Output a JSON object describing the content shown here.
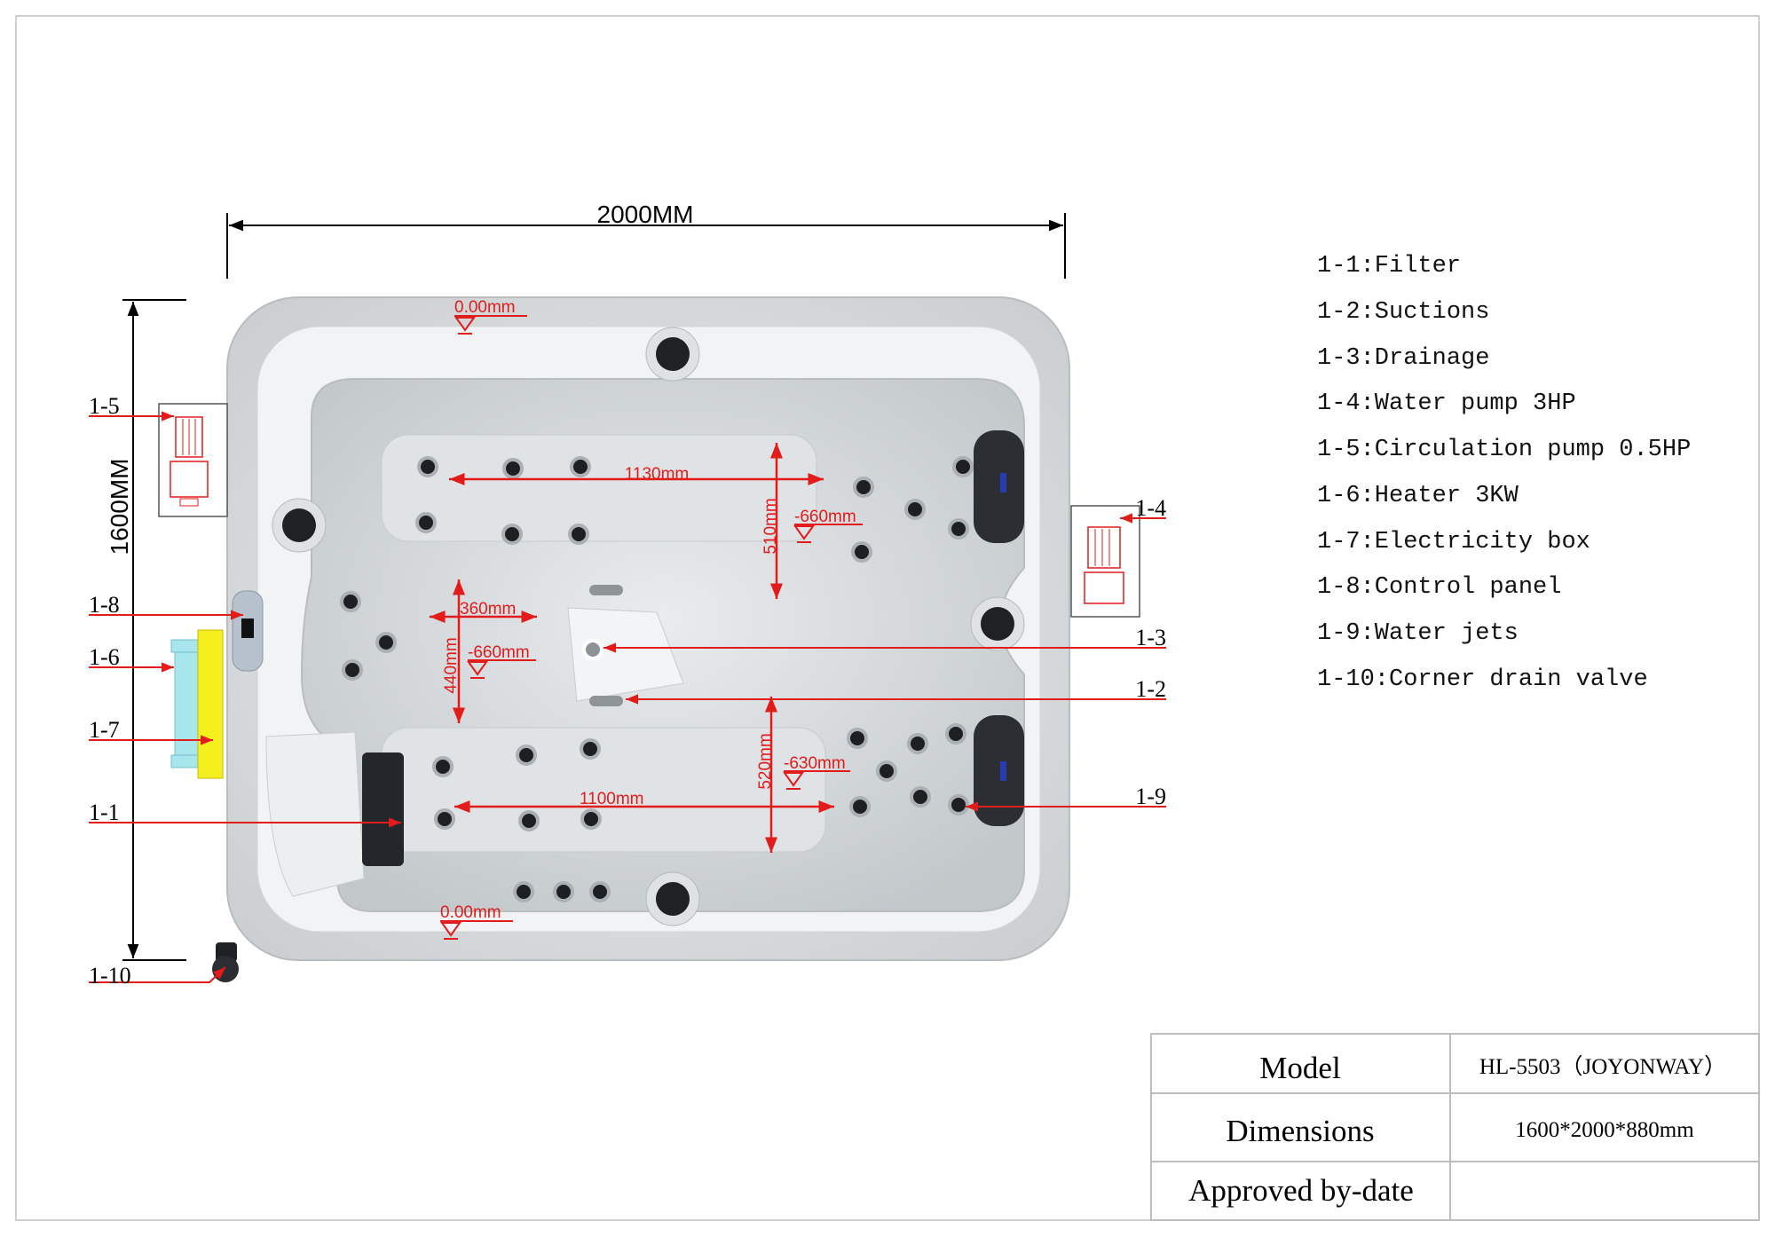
{
  "dimensions": {
    "width_label": "2000MM",
    "height_label": "1600MM"
  },
  "measurements": {
    "top_level": "0.00mm",
    "bottom_level": "0.00mm",
    "upper_seat_length": "1130mm",
    "upper_seat_width": "510mm",
    "upper_seat_depth": "-660mm",
    "center_width": "360mm",
    "center_length": "440mm",
    "center_depth": "-660mm",
    "lower_seat_length": "1100mm",
    "lower_seat_width": "520mm",
    "lower_seat_depth": "-630mm"
  },
  "callouts": {
    "c1_1": "1-1",
    "c1_2": "1-2",
    "c1_3": "1-3",
    "c1_4": "1-4",
    "c1_5": "1-5",
    "c1_6": "1-6",
    "c1_7": "1-7",
    "c1_8": "1-8",
    "c1_9": "1-9",
    "c1_10": "1-10"
  },
  "legend": [
    "1-1:Filter",
    "1-2:Suctions",
    "1-3:Drainage",
    "1-4:Water pump 3HP",
    "1-5:Circulation pump 0.5HP",
    "1-6:Heater 3KW",
    "1-7:Electricity box",
    "1-8:Control panel",
    "1-9:Water jets",
    "1-10:Corner drain valve"
  ],
  "spec_table": {
    "model_label": "Model",
    "model_value": "HL-5503（JOYONWAY）",
    "dimensions_label": "Dimensions",
    "dimensions_value": "1600*2000*880mm",
    "approved_label": "Approved by-date",
    "approved_value": ""
  },
  "colors": {
    "annotation": "#e21b1b",
    "shell": "#d9dcdd",
    "heater": "#a8e6ee",
    "electric_box": "#f5ef1f"
  }
}
